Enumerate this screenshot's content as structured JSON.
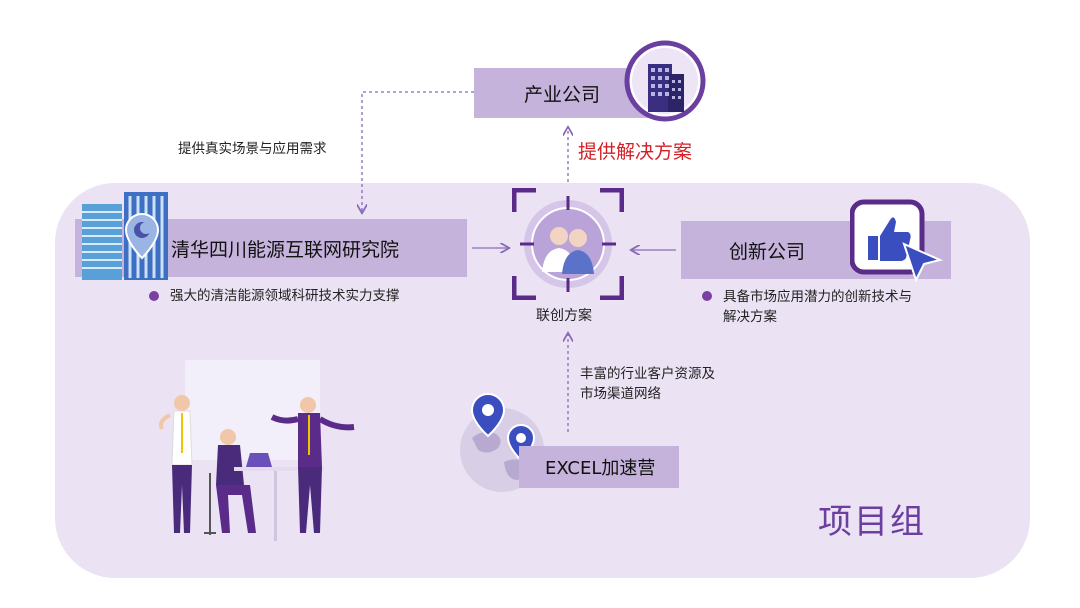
{
  "nodes": {
    "industry_company": "产业公司",
    "tsinghua_institute": "清华四川能源互联网研究院",
    "innovation_company": "创新公司",
    "joint_solution": "联创方案",
    "excel_camp": "EXCEL加速营"
  },
  "edges": {
    "provide_scenarios": "提供真实场景与应用需求",
    "provide_solutions": "提供解决方案",
    "customer_resources_line1": "丰富的行业客户资源及",
    "customer_resources_line2": "市场渠道网络"
  },
  "bullets": {
    "tsinghua": "强大的清洁能源领域科研技术实力支撑",
    "innovation_line1": "具备市场应用潜力的创新技术与",
    "innovation_line2": "解决方案"
  },
  "group_label": "项目组",
  "colors": {
    "panel": "#ebe2f3",
    "label_bar": "#c5b3dc",
    "accent_purple": "#6b3fa0",
    "accent_red": "#d41f26",
    "dark_purple": "#4a2a7a"
  },
  "icons": [
    "building-icon",
    "location-pin-icon",
    "team-icon",
    "thumbs-up-icon",
    "cursor-icon",
    "globe-icon",
    "office-team-illustration"
  ]
}
